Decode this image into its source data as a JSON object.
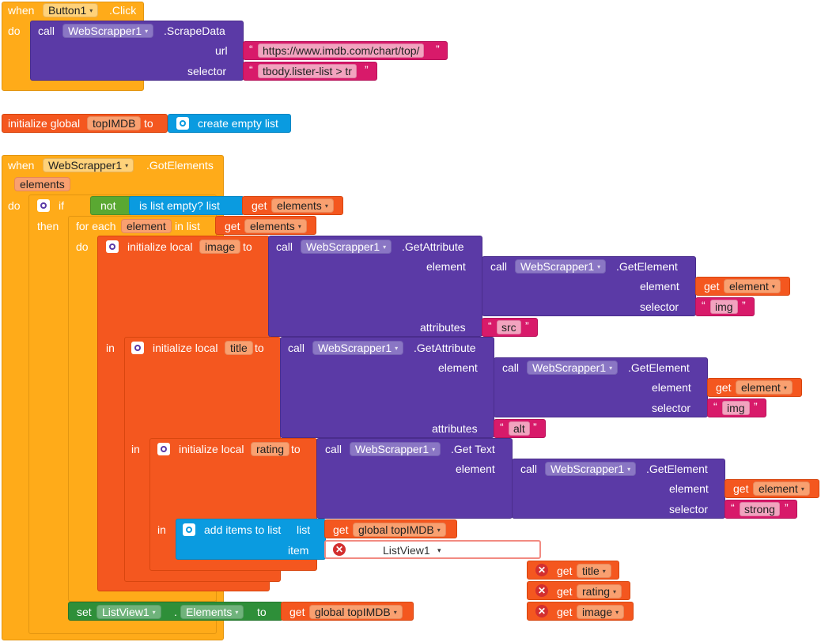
{
  "event1": {
    "when": "when",
    "component": "Button1",
    "event": ".Click",
    "do": "do",
    "call": "call",
    "method_component": "WebScrapper1",
    "method": ".ScrapeData",
    "url_label": "url",
    "url_value": "https://www.imdb.com/chart/top/",
    "selector_label": "selector",
    "selector_value": "tbody.lister-list > tr"
  },
  "global": {
    "init": "initialize global",
    "name": "topIMDB",
    "to": "to",
    "list": "create empty list"
  },
  "event2": {
    "when": "when",
    "component": "WebScrapper1",
    "event": ".GotElements",
    "param": "elements",
    "do": "do",
    "if": "if",
    "not": "not",
    "is_empty": "is list empty?  list",
    "get": "get",
    "elements": "elements",
    "then": "then",
    "foreach": "for each",
    "element": "element",
    "in_list": "in list",
    "do2": "do",
    "init_local": "initialize local",
    "image": "image",
    "title": "title",
    "rating": "rating",
    "to": "to",
    "in": "in",
    "call": "call",
    "comp": "WebScrapper1",
    "get_attribute": ".GetAttribute",
    "get_element": ".GetElement",
    "get_text": ".Get Text",
    "element_label": "element",
    "selector_label": "selector",
    "attributes_label": "attributes",
    "img": "img",
    "src": "src",
    "alt": "alt",
    "strong": "strong",
    "add_items": "add items to list",
    "list_label": "list",
    "global_top": "global topIMDB",
    "item_label": "item",
    "listview": "ListView1",
    "set": "set",
    "set_component": "ListView1",
    "dot": ".",
    "elements_prop": "Elements",
    "set_to": "to"
  },
  "dropdown_arrow": "▾",
  "open_quote": "“",
  "close_quote": "”"
}
